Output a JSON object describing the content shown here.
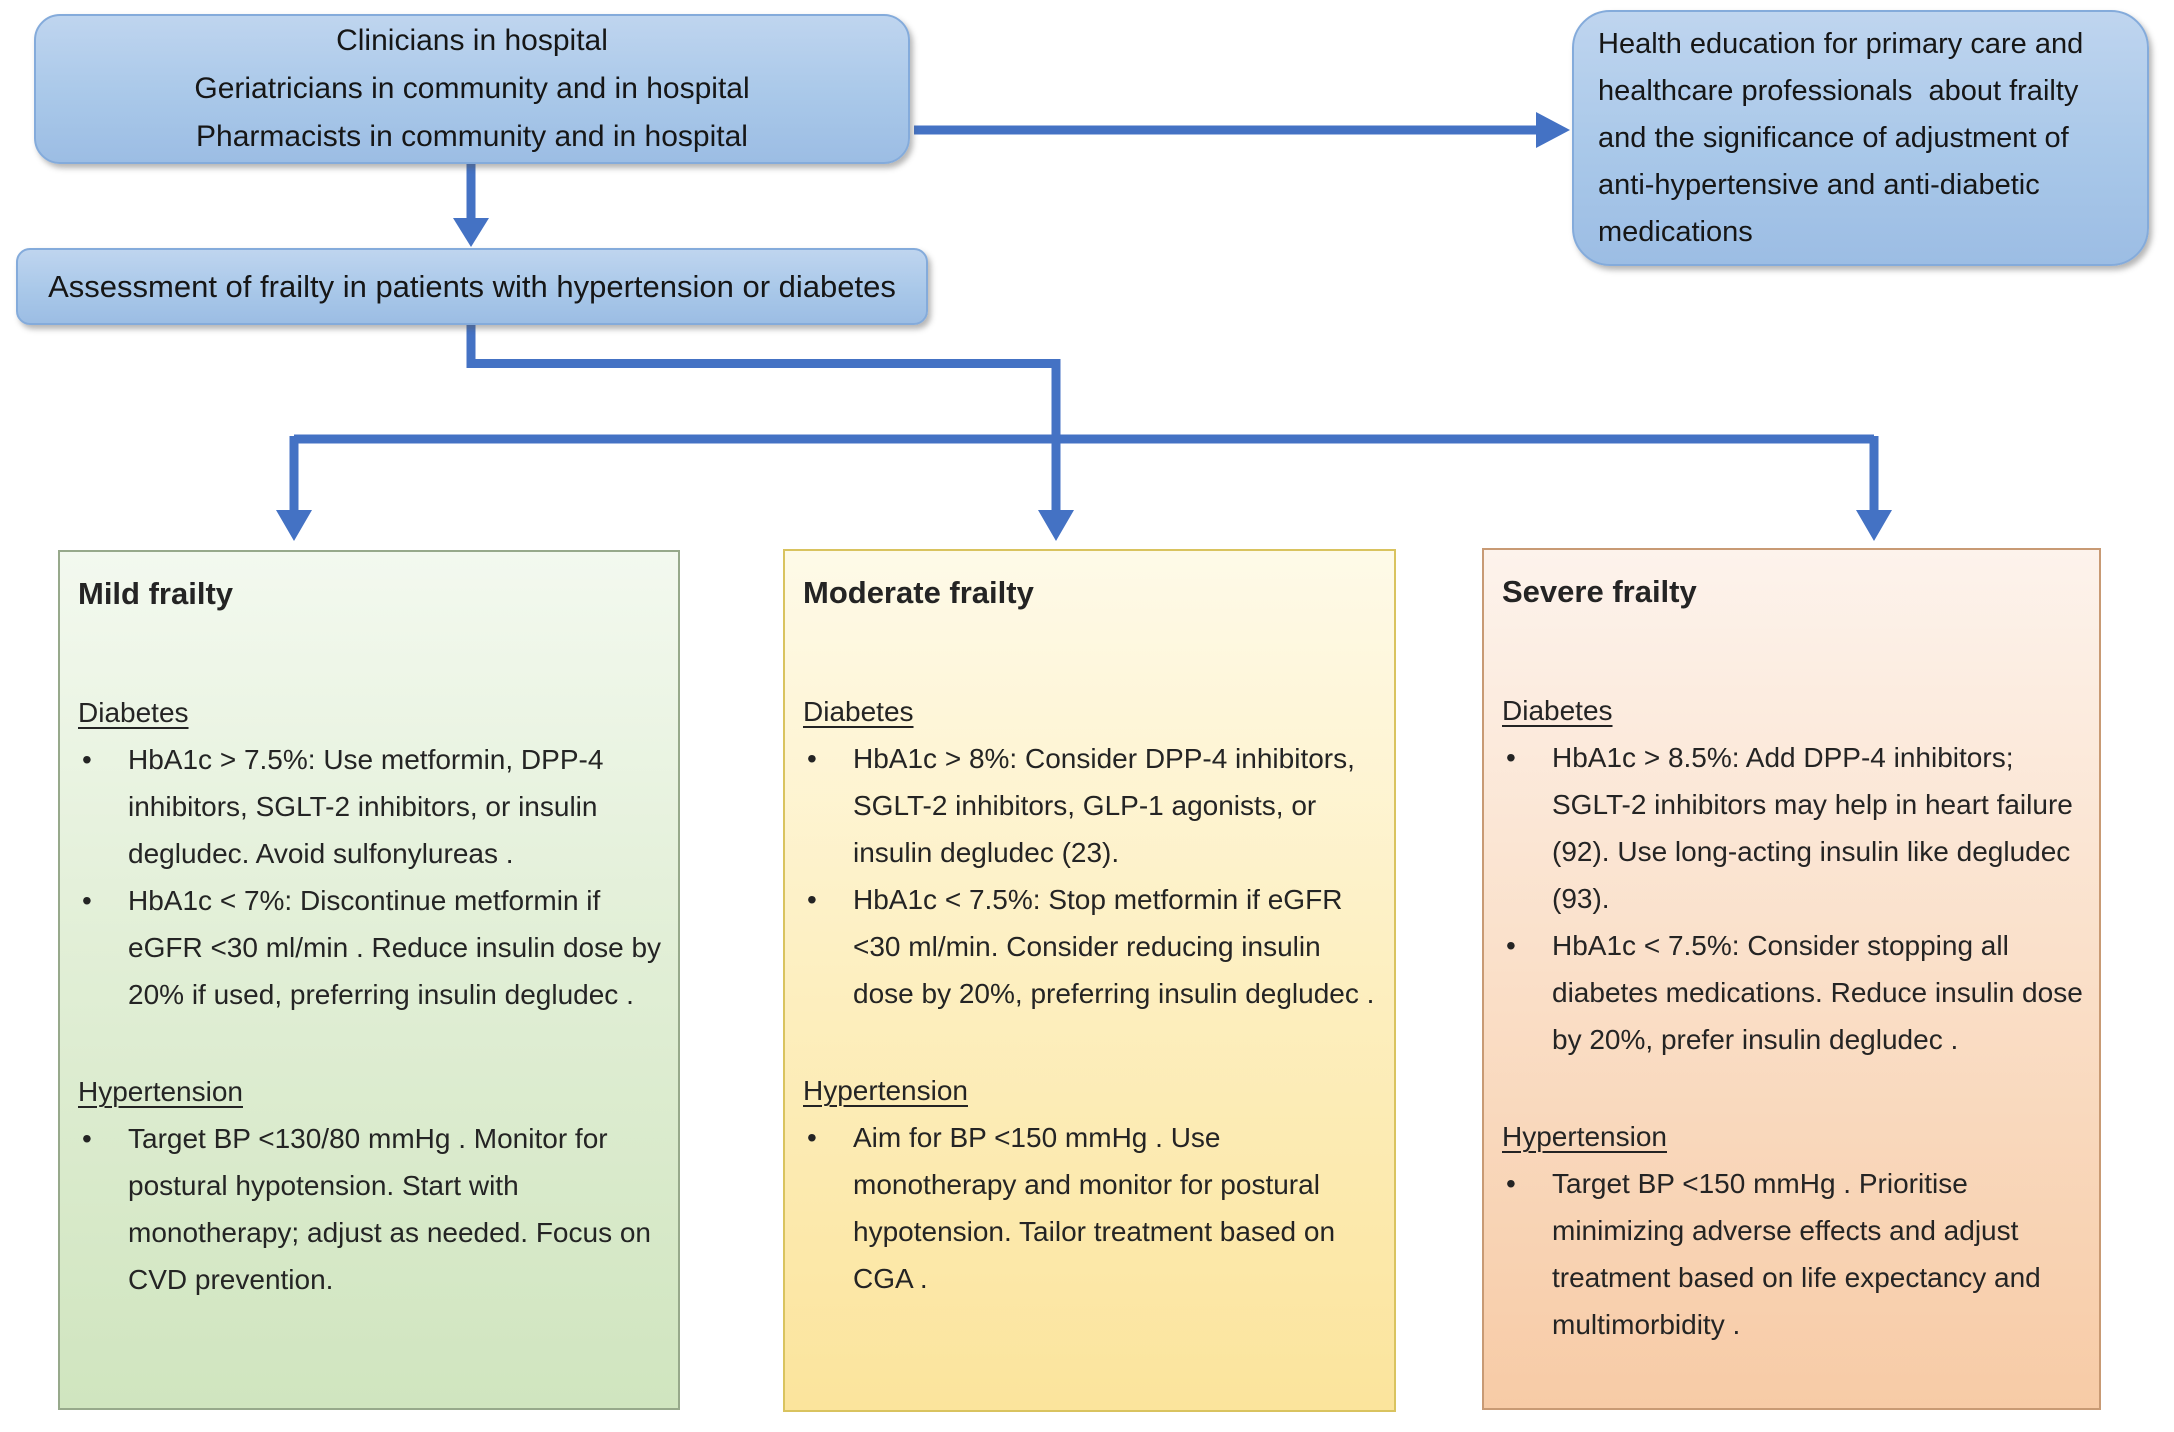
{
  "colors": {
    "arrow_blue": "#4472c4",
    "blue_box_fill": "#a9c8e9",
    "blue_box_border": "#84abdb",
    "mild_fill": "#d0e5bf",
    "mild_border": "#97a98b",
    "moderate_fill": "#fbe49c",
    "moderate_border": "#d9c35f",
    "severe_fill": "#f7cba6",
    "severe_border": "#c89a74",
    "text": "#1f1f1f"
  },
  "providers_box": {
    "lines": [
      "Clinicians in hospital",
      "Geriatricians in community and in hospital",
      "Pharmacists in community and in hospital"
    ]
  },
  "health_education_box": {
    "text": "Health education for primary care and healthcare professionals  about frailty and the significance of adjustment of anti-hypertensive and anti-diabetic medications"
  },
  "assessment_box": {
    "text": "Assessment of frailty in patients with hypertension or diabetes"
  },
  "frailty_boxes": [
    {
      "title": "Mild frailty",
      "sections": [
        {
          "heading": "Diabetes",
          "bullets": [
            "HbA1c > 7.5%: Use metformin, DPP-4 inhibitors, SGLT-2 inhibitors, or insulin degludec. Avoid sulfonylureas .",
            "HbA1c < 7%: Discontinue metformin if eGFR <30 ml/min . Reduce insulin dose by 20% if used, preferring insulin degludec ."
          ]
        },
        {
          "heading": "Hypertension",
          "bullets": [
            "Target BP <130/80 mmHg . Monitor for postural hypotension. Start with monotherapy; adjust as needed. Focus on CVD prevention."
          ]
        }
      ]
    },
    {
      "title": "Moderate frailty",
      "sections": [
        {
          "heading": "Diabetes",
          "bullets": [
            "HbA1c > 8%: Consider DPP-4 inhibitors, SGLT-2 inhibitors, GLP-1 agonists, or insulin degludec (23).",
            "HbA1c < 7.5%: Stop metformin if eGFR <30 ml/min. Consider reducing insulin dose by 20%, preferring insulin degludec ."
          ]
        },
        {
          "heading": "Hypertension",
          "bullets": [
            "Aim for BP <150 mmHg . Use monotherapy and monitor for postural hypotension. Tailor treatment based on CGA ."
          ]
        }
      ]
    },
    {
      "title": "Severe frailty",
      "sections": [
        {
          "heading": "Diabetes",
          "bullets": [
            "HbA1c > 8.5%: Add DPP-4 inhibitors; SGLT-2 inhibitors may help in heart failure (92). Use long-acting insulin like degludec (93).",
            "HbA1c < 7.5%: Consider stopping all diabetes medications. Reduce insulin dose by 20%, prefer insulin degludec ."
          ]
        },
        {
          "heading": "Hypertension",
          "bullets": [
            "Target BP <150 mmHg . Prioritise minimizing adverse effects and adjust treatment based on life expectancy and multimorbidity ."
          ]
        }
      ]
    }
  ]
}
